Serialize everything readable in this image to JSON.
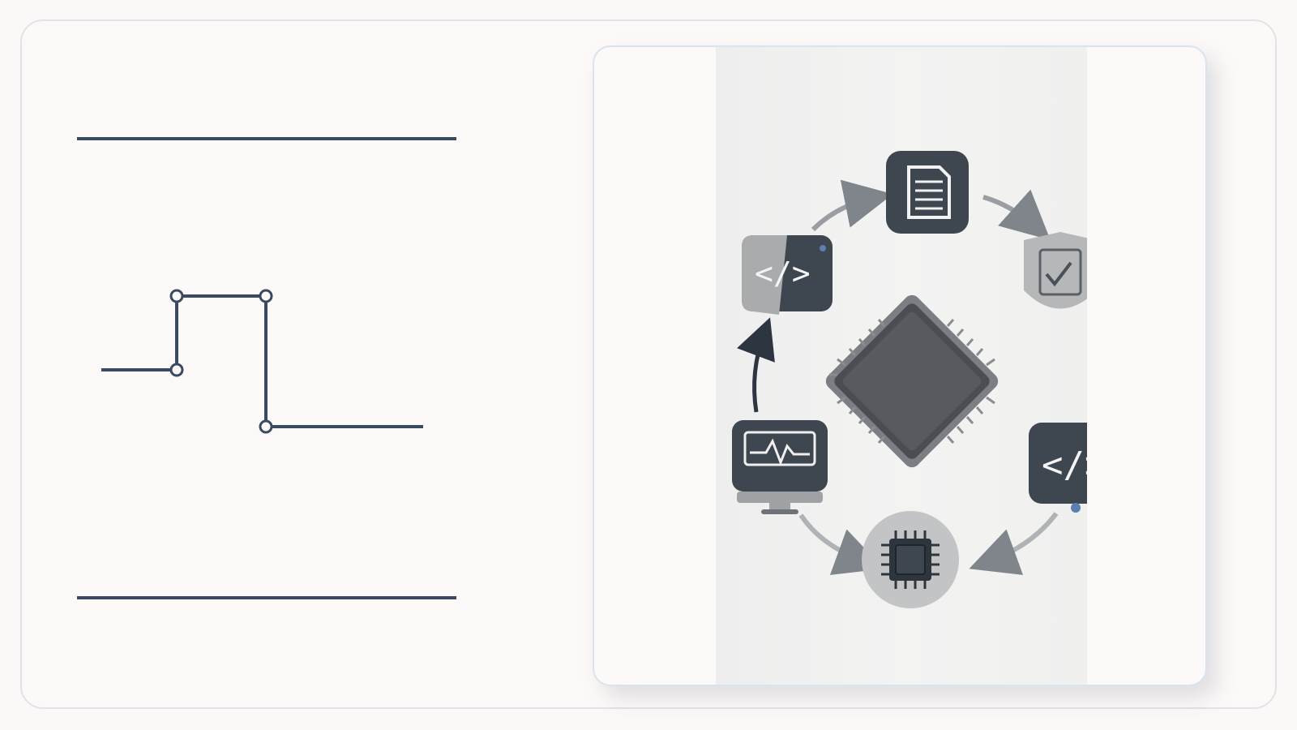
{
  "colors": {
    "page_background": "#fcf8f7",
    "frame_border": "#e1e4e6",
    "line_color": "#3a4a63",
    "card_border": "#d8e4f0",
    "icon_dark": "#3e4650",
    "icon_gray": "#b5b7b9",
    "arrow_gray": "#9a9ea2"
  },
  "left_diagram": {
    "type": "step-waveform",
    "marker_count": 4,
    "icon": "step-signal-icon"
  },
  "process_cycle": {
    "center_icon": "microchip-icon",
    "nodes": [
      {
        "icon": "document-icon"
      },
      {
        "icon": "checklist-shield-icon"
      },
      {
        "icon": "code-tag-icon"
      },
      {
        "icon": "processor-chip-icon"
      },
      {
        "icon": "monitor-waveform-icon"
      },
      {
        "icon": "code-edit-icon"
      }
    ],
    "flow": "clockwise"
  }
}
